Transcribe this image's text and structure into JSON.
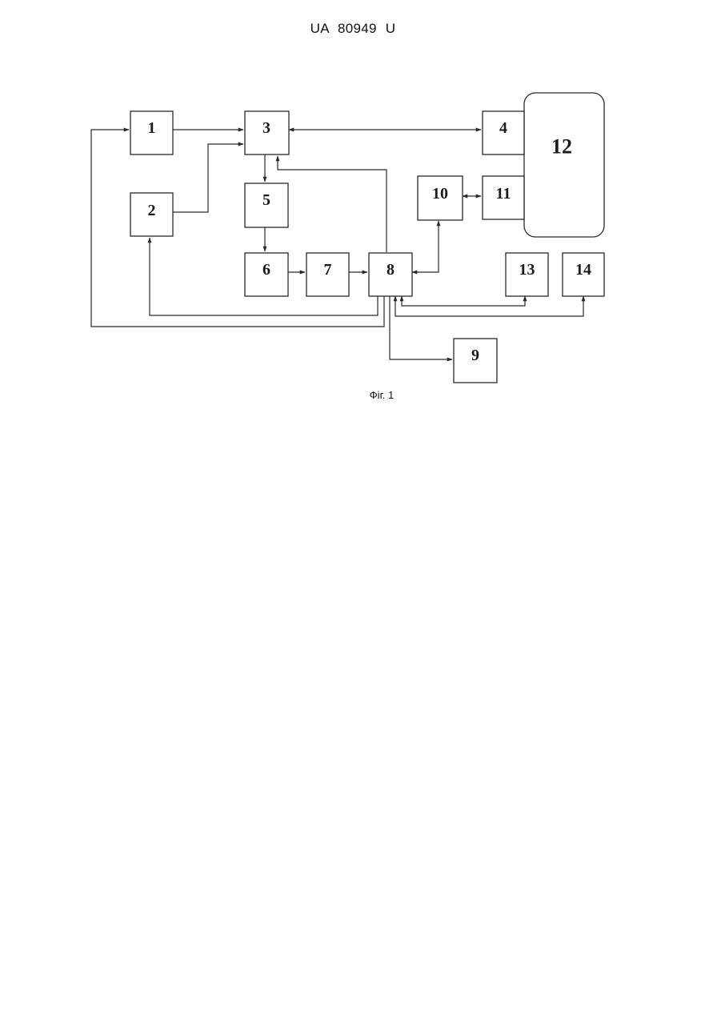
{
  "header": {
    "doc_id": "UA   80949   U"
  },
  "figure": {
    "caption": "Фіг. 1",
    "blocks": {
      "b1": "1",
      "b2": "2",
      "b3": "3",
      "b4": "4",
      "b5": "5",
      "b6": "6",
      "b7": "7",
      "b8": "8",
      "b9": "9",
      "b10": "10",
      "b11": "11",
      "b12": "12",
      "b13": "13",
      "b14": "14"
    },
    "connections": [
      {
        "from": "1",
        "to": "3",
        "direction": "forward"
      },
      {
        "from": "2",
        "to": "3",
        "direction": "forward"
      },
      {
        "from": "3",
        "to": "4",
        "direction": "bidirectional"
      },
      {
        "from": "3",
        "to": "5",
        "direction": "forward"
      },
      {
        "from": "5",
        "to": "6",
        "direction": "forward"
      },
      {
        "from": "6",
        "to": "7",
        "direction": "forward"
      },
      {
        "from": "7",
        "to": "8",
        "direction": "forward"
      },
      {
        "from": "8",
        "to": "3",
        "direction": "forward"
      },
      {
        "from": "8",
        "to": "10",
        "direction": "bidirectional"
      },
      {
        "from": "10",
        "to": "11",
        "direction": "bidirectional"
      },
      {
        "from": "8",
        "to": "2",
        "direction": "forward"
      },
      {
        "from": "8",
        "to": "1",
        "direction": "forward"
      },
      {
        "from": "8",
        "to": "9",
        "direction": "forward"
      },
      {
        "from": "8",
        "to": "13",
        "direction": "bidirectional"
      },
      {
        "from": "8",
        "to": "14",
        "direction": "bidirectional"
      }
    ]
  }
}
